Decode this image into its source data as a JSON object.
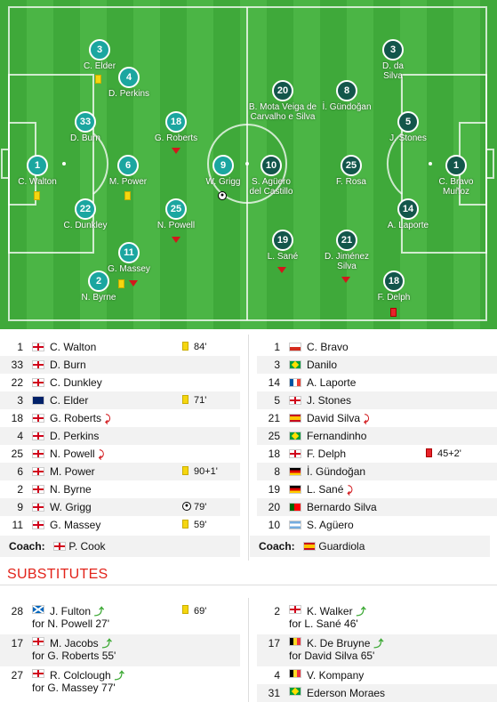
{
  "pitch": {
    "home_players": [
      {
        "num": "3",
        "name": "C. Elder"
      },
      {
        "num": "4",
        "name": "D. Perkins"
      },
      {
        "num": "33",
        "name": "D. Burn"
      },
      {
        "num": "18",
        "name": "G. Roberts"
      },
      {
        "num": "1",
        "name": "C. Walton"
      },
      {
        "num": "6",
        "name": "M. Power"
      },
      {
        "num": "9",
        "name": "W. Grigg"
      },
      {
        "num": "22",
        "name": "C. Dunkley"
      },
      {
        "num": "25",
        "name": "N. Powell"
      },
      {
        "num": "11",
        "name": "G. Massey"
      },
      {
        "num": "2",
        "name": "N. Byrne"
      }
    ],
    "away_players": [
      {
        "num": "3",
        "name": "D. da Silva"
      },
      {
        "num": "20",
        "name": "B. Mota Veiga de Carvalho e Silva"
      },
      {
        "num": "8",
        "name": "İ. Gündoğan"
      },
      {
        "num": "5",
        "name": "J. Stones"
      },
      {
        "num": "10",
        "name": "S. Agüero del Castillo"
      },
      {
        "num": "25",
        "name": "F. Rosa"
      },
      {
        "num": "1",
        "name": "C. Bravo Muñoz"
      },
      {
        "num": "14",
        "name": "A. Laporte"
      },
      {
        "num": "19",
        "name": "L. Sané"
      },
      {
        "num": "21",
        "name": "D. Jiménez Silva"
      },
      {
        "num": "18",
        "name": "F. Delph"
      }
    ]
  },
  "lineups": {
    "home": [
      {
        "num": "1",
        "flag": "eng",
        "name": "C. Walton",
        "event": "yellow",
        "time": "84'"
      },
      {
        "num": "33",
        "flag": "eng",
        "name": "D. Burn",
        "event": "",
        "time": ""
      },
      {
        "num": "22",
        "flag": "eng",
        "name": "C. Dunkley",
        "event": "",
        "time": ""
      },
      {
        "num": "3",
        "flag": "aus",
        "name": "C. Elder",
        "event": "yellow",
        "time": "71'"
      },
      {
        "num": "18",
        "flag": "eng",
        "name": "G. Roberts",
        "event": "sub-off",
        "time": ""
      },
      {
        "num": "4",
        "flag": "eng",
        "name": "D. Perkins",
        "event": "",
        "time": ""
      },
      {
        "num": "25",
        "flag": "eng",
        "name": "N. Powell",
        "event": "sub-off",
        "time": ""
      },
      {
        "num": "6",
        "flag": "eng",
        "name": "M. Power",
        "event": "yellow",
        "time": "90+1'"
      },
      {
        "num": "2",
        "flag": "eng",
        "name": "N. Byrne",
        "event": "",
        "time": ""
      },
      {
        "num": "9",
        "flag": "eng",
        "name": "W. Grigg",
        "event": "goal",
        "time": "79'"
      },
      {
        "num": "11",
        "flag": "eng",
        "name": "G. Massey",
        "event": "yellow",
        "time": "59'"
      }
    ],
    "away": [
      {
        "num": "1",
        "flag": "chi",
        "name": "C. Bravo",
        "event": "",
        "time": ""
      },
      {
        "num": "3",
        "flag": "bra",
        "name": "Danilo",
        "event": "",
        "time": ""
      },
      {
        "num": "14",
        "flag": "fra",
        "name": "A. Laporte",
        "event": "",
        "time": ""
      },
      {
        "num": "5",
        "flag": "eng",
        "name": "J. Stones",
        "event": "",
        "time": ""
      },
      {
        "num": "21",
        "flag": "esp",
        "name": "David Silva",
        "event": "sub-off",
        "time": ""
      },
      {
        "num": "25",
        "flag": "bra",
        "name": "Fernandinho",
        "event": "",
        "time": ""
      },
      {
        "num": "18",
        "flag": "eng",
        "name": "F. Delph",
        "event": "red",
        "time": "45+2'"
      },
      {
        "num": "8",
        "flag": "ger",
        "name": "İ. Gündoğan",
        "event": "",
        "time": ""
      },
      {
        "num": "19",
        "flag": "ger",
        "name": "L. Sané",
        "event": "sub-off",
        "time": ""
      },
      {
        "num": "20",
        "flag": "por",
        "name": "Bernardo Silva",
        "event": "",
        "time": ""
      },
      {
        "num": "10",
        "flag": "arg",
        "name": "S. Agüero",
        "event": "",
        "time": ""
      }
    ],
    "home_coach": {
      "label": "Coach:",
      "flag": "eng",
      "name": "P. Cook"
    },
    "away_coach": {
      "label": "Coach:",
      "flag": "esp",
      "name": "Guardiola"
    }
  },
  "substitutes": {
    "title": "SUBSTITUTES",
    "home": [
      {
        "num": "28",
        "flag": "sco",
        "name": "J. Fulton",
        "for": "for N. Powell 27'",
        "event": "yellow",
        "time": "69'"
      },
      {
        "num": "17",
        "flag": "eng",
        "name": "M. Jacobs",
        "for": "for G. Roberts 55'",
        "event": "",
        "time": ""
      },
      {
        "num": "27",
        "flag": "eng",
        "name": "R. Colclough",
        "for": "for G. Massey 77'",
        "event": "",
        "time": ""
      }
    ],
    "away": [
      {
        "num": "2",
        "flag": "eng",
        "name": "K. Walker",
        "for": "for L. Sané 46'"
      },
      {
        "num": "17",
        "flag": "bel",
        "name": "K. De Bruyne",
        "for": "for David Silva 65'"
      },
      {
        "num": "4",
        "flag": "bel",
        "name": "V. Kompany",
        "for": ""
      },
      {
        "num": "31",
        "flag": "bra",
        "name": "Ederson Moraes",
        "for": ""
      }
    ]
  },
  "colors": {
    "home": "#1ba6a0",
    "away": "#13564b",
    "accent": "#e2231a"
  }
}
